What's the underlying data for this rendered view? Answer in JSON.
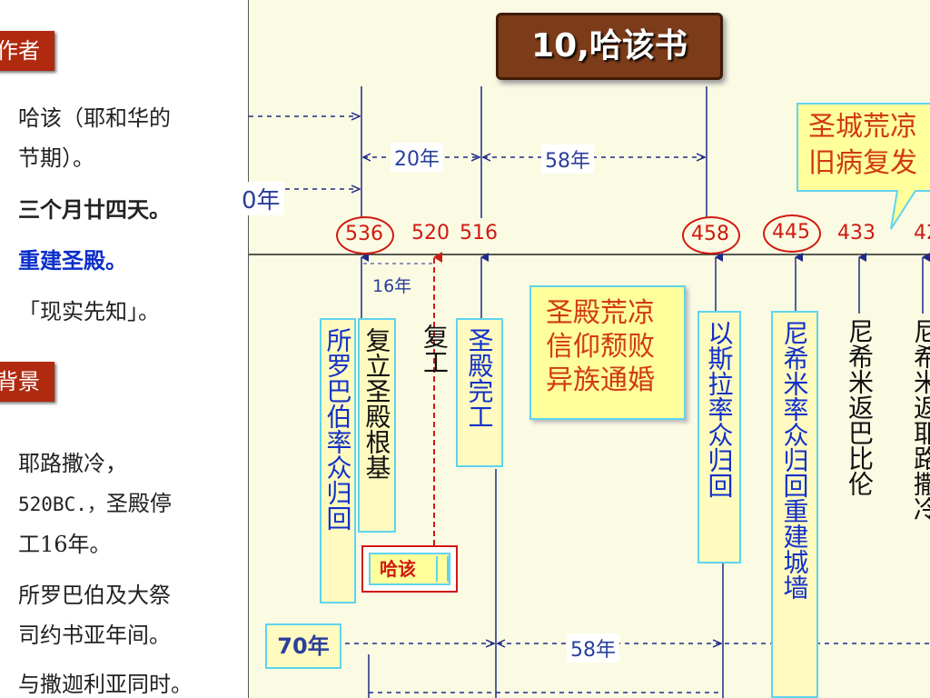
{
  "title": "10,哈该书",
  "left": {
    "author_tag": "作者",
    "author_line1": "哈该（耶和华的",
    "author_line2": "节期）。",
    "author_line3": "三个月廿四天。",
    "author_line4": "重建圣殿。",
    "author_line5": "「现实先知」。",
    "background_tag": "背景",
    "bg_line1": "耶路撒冷，",
    "bg_line2a": "520BC.，",
    "bg_line2b": "圣殿停",
    "bg_line3": "工16年。",
    "bg_line4": "所罗巴伯及大祭",
    "bg_line5": "司约书亚年间。",
    "bg_line6": "与撒迦利亚同时。"
  },
  "timeline": {
    "years": {
      "y536": "536",
      "y520": "520",
      "y516": "516",
      "y458": "458",
      "y445": "445",
      "y433": "433",
      "y4xx": "42"
    },
    "durations": {
      "d20": "20年",
      "d58a": "58年",
      "d0": "0年",
      "d16": "16年",
      "d70": "70年",
      "d58b": "58年"
    }
  },
  "callouts": {
    "desolate_city_l1": "圣城荒凉",
    "desolate_city_l2": "旧病复发",
    "temple_box_l1": "圣殿荒凉",
    "temple_box_l2": "信仰颓败",
    "temple_box_l3": "异族通婚",
    "haggai_label": "哈该"
  },
  "events": {
    "zerubbabel": "所罗巴伯率众归回",
    "foundation": "复立圣殿根基",
    "resume": "复工",
    "temple_done": "圣殿完工",
    "ezra": "以斯拉率众归回",
    "nehemiah": "尼希米率众归回重建城墙",
    "nehemiah_babylon": "尼希米返巴比伦",
    "nehemiah_return": "尼希米返耶路撒冷"
  },
  "colors": {
    "accent_red": "#d01a10",
    "blue_text": "#1231c8",
    "frame_cyan": "#5fd3ee",
    "box_yellow": "#ffff9c",
    "line_navy": "#1f2a88"
  }
}
